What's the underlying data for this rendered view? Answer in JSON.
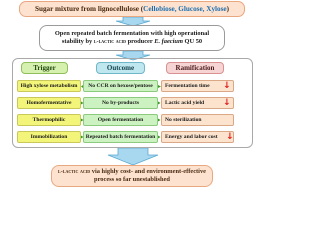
{
  "colors": {
    "arrow_fill": "#a7d8f0",
    "arrow_stroke": "#5aa9d0",
    "decrease_arrow": "#e02020"
  },
  "top": {
    "prefix": "Sugar mixture from lignocellulose (",
    "sugars": "Cellobiose, Glucose, Xylose",
    "suffix": ")"
  },
  "process": {
    "line1": "Open repeated batch fermentation with high operational",
    "line2_pre": "stability by ",
    "line2_acid": "l-lactic acid",
    "line2_mid": " producer ",
    "line2_organism": "E. faecium",
    "line2_post": " QU 50"
  },
  "columns": {
    "trigger": "Trigger",
    "outcome": "Outcome",
    "ramification": "Ramification"
  },
  "rows": [
    {
      "trigger": "High xylose metabolism",
      "outcome": "No CCR on hexose/pentose",
      "ramification": "Fermentation time",
      "decrease": true
    },
    {
      "trigger": "Homofermentative",
      "outcome": "No by-products",
      "ramification": "Lactic acid yield",
      "decrease": true
    },
    {
      "trigger": "Thermophilic",
      "outcome": "Open fermentation",
      "ramification": "No sterilization",
      "decrease": false
    },
    {
      "trigger": "Immobilization",
      "outcome": "Repeated batch fermentation",
      "ramification": "Energy and labor cost",
      "decrease": true
    }
  ],
  "conclusion": {
    "line1_acid": "l-lactic acid",
    "line1_rest": " via highly cost- and environment-effective",
    "line2": "process so far unestablished"
  },
  "icons": {
    "down_arrow": "↓",
    "decrease_marker": "down-arrow-icon"
  }
}
